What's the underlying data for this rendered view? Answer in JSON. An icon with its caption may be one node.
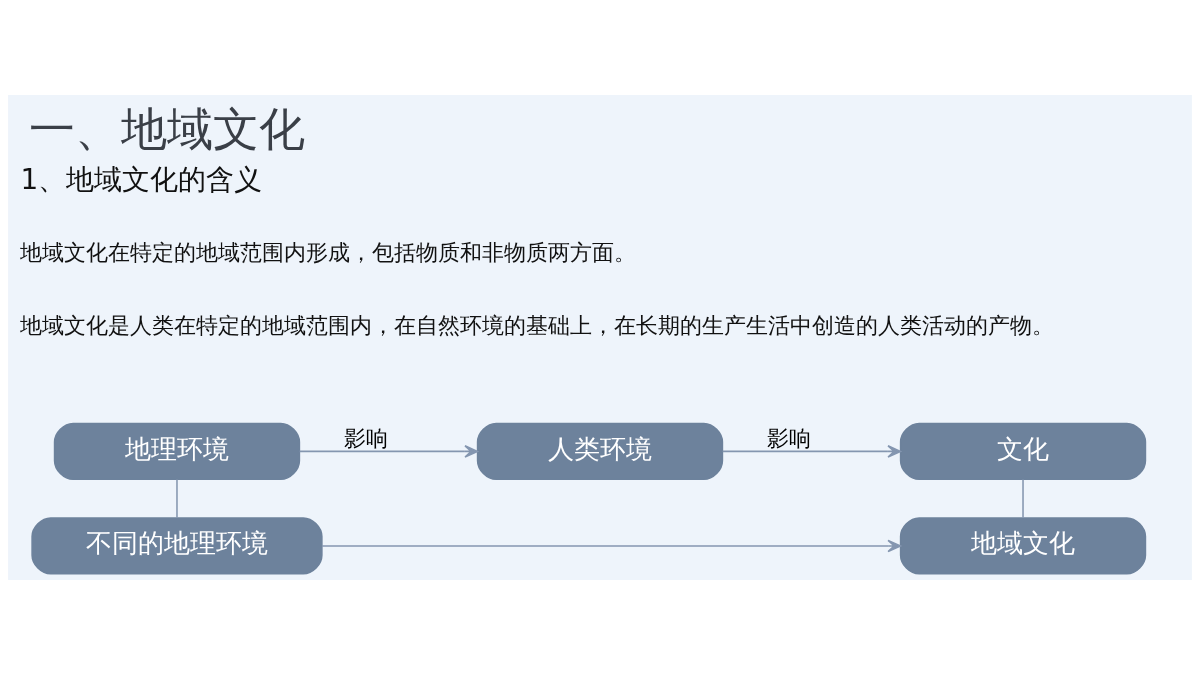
{
  "diagram": {
    "title": "一、地域文化",
    "nodes": [
      {
        "text": [
          "地理环境"
        ]
      },
      {
        "text": [
          "人类环境"
        ]
      },
      {
        "text": [
          "文化"
        ]
      },
      {
        "text": [
          "不同的地理环境"
        ]
      },
      {
        "text": [
          "地域文化"
        ]
      }
    ],
    "edges": [
      {
        "from": 0,
        "to": 1,
        "arrow": "to",
        "label": "影响"
      },
      {
        "from": 1,
        "to": 2,
        "arrow": "to",
        "label": "影响"
      },
      {
        "from": 0,
        "to": 3,
        "arrow": "none"
      },
      {
        "from": 3,
        "to": 4,
        "arrow": "to"
      },
      {
        "from": 2,
        "to": 4,
        "arrow": "none"
      }
    ],
    "labels": [
      "1、地域文化的含义",
      "地域文化在特定的地域范围内形成，包括物质和非物质两方面。",
      "地域文化是人类在特定的地域范围内，在自然环境的基础上，在长期的生产生活中创造的人类活动的产物。"
    ]
  }
}
